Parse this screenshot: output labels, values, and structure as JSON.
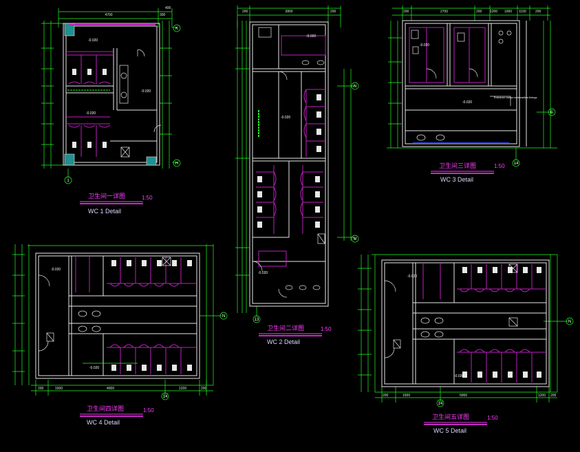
{
  "colors": {
    "background": "#000000",
    "dimension": "#20ff20",
    "wall": "#e8e8e8",
    "cubicle": "#c020c0",
    "caption_magenta": "#ff3cff",
    "caption_white": "#d8d8ff",
    "label_blue": "#3050ff",
    "accent_teal": "#209090"
  },
  "drawings": {
    "wc1": {
      "caption_cn": "卫生间一详图",
      "scale": "1:50",
      "caption_en": "WC 1 Detail",
      "top_dims": [
        "4700",
        "300",
        "400"
      ],
      "grid_right_top": "K",
      "grid_right_bottom": "H",
      "grid_bottom": "1",
      "label_top": "-0.020",
      "label_mid": "-0.020",
      "label_bottom": "-0.020"
    },
    "wc2": {
      "caption_cn": "卫生间二详图",
      "scale": "1:50",
      "caption_en": "WC 2 Detail",
      "top_dims": [
        "200",
        "2800",
        "200"
      ],
      "grid_right_top": "N",
      "grid_right_bottom": "M",
      "grid_bottom": "13",
      "label_top": "-0.020",
      "label_mid": "-0.020",
      "label_bottom": "-0.020"
    },
    "wc3": {
      "caption_cn": "卫生间三详图",
      "scale": "1:50",
      "caption_en": "WC 3 Detail",
      "top_dims": [
        "200",
        "2700",
        "200",
        "1200",
        "1000",
        "1150",
        "200"
      ],
      "grid_right": "E",
      "grid_bottom": "14",
      "label_top": "-0.020",
      "label_mid": "-0.020",
      "note": "Entrance ramps to transition fixings"
    },
    "wc4": {
      "caption_cn": "卫生间四详图",
      "scale": "1:50",
      "caption_en": "WC 4 Detail",
      "top_dims": [
        "200",
        "1500",
        "4000",
        "1200",
        "200"
      ],
      "grid_right": "N",
      "grid_bottom": "14",
      "label_top": "-0.020",
      "label_bottom": "-0.020"
    },
    "wc5": {
      "caption_cn": "卫生间五详图",
      "scale": "1:50",
      "caption_en": "WC 5 Detail",
      "top_dims": [
        "200",
        "1500",
        "5000",
        "1200",
        "200"
      ],
      "grid_right": "N",
      "grid_bottom": "14",
      "label_top": "-0.020",
      "label_bottom": "-0.020"
    }
  }
}
